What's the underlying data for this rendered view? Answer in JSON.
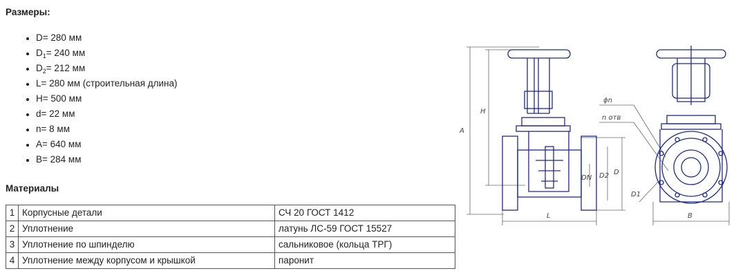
{
  "dimensions": {
    "heading": "Размеры:",
    "items": [
      {
        "name": "D",
        "sub": "",
        "value": "= 280 мм"
      },
      {
        "name": "D",
        "sub": "1",
        "value": "= 240 мм"
      },
      {
        "name": "D",
        "sub": "2",
        "value": "= 212 мм"
      },
      {
        "name": "L",
        "sub": "",
        "value": "= 280 мм (строительная длина)"
      },
      {
        "name": "H",
        "sub": "",
        "value": "= 500 мм"
      },
      {
        "name": "d",
        "sub": "",
        "value": "= 22 мм"
      },
      {
        "name": "n",
        "sub": "",
        "value": "= 8 мм"
      },
      {
        "name": "A",
        "sub": "",
        "value": "= 640 мм"
      },
      {
        "name": "B",
        "sub": "",
        "value": "= 284 мм"
      }
    ]
  },
  "materials": {
    "heading": "Материалы",
    "rows": [
      {
        "num": "1",
        "part": "Корпусные детали",
        "material": "СЧ 20 ГОСТ 1412"
      },
      {
        "num": "2",
        "part": "Уплотнение",
        "material": "латунь ЛС-59 ГОСТ 15527"
      },
      {
        "num": "3",
        "part": "Уплотнение по шпинделю",
        "material": "сальниковое (кольца ТРГ)"
      },
      {
        "num": "4",
        "part": "Уплотнение между корпусом и крышкой",
        "material": "паронит"
      }
    ]
  },
  "drawing": {
    "labels": {
      "A": "A",
      "H": "H",
      "L": "L",
      "B": "B",
      "DN": "DN",
      "D2": "D2",
      "D": "D",
      "D1": "D1",
      "phi_n": "ϕn",
      "n_otv": "n отв"
    },
    "colors": {
      "outline": "#1c2a8c",
      "dimension": "#666666"
    }
  }
}
